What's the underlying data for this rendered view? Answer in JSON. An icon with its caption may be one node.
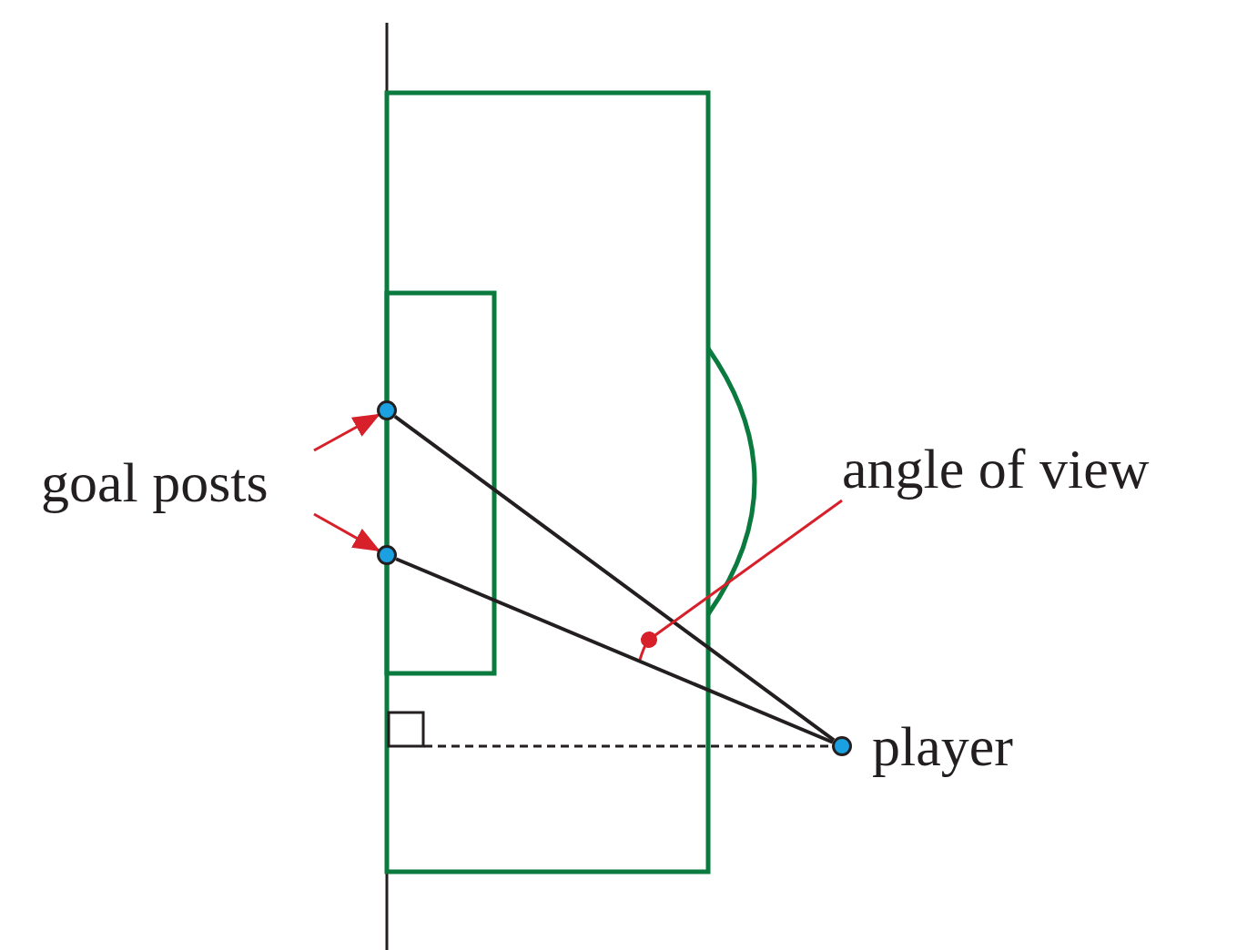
{
  "diagram": {
    "nodes": [
      {
        "text": [
          "goal posts"
        ]
      },
      {
        "text": [],
        "shape": "circle"
      },
      {
        "text": [],
        "shape": "circle"
      },
      {
        "text": [],
        "shape": "circle",
        "beside": [
          "player"
        ]
      },
      {
        "text": [
          "angle of view"
        ]
      }
    ],
    "edges": [
      {
        "from": 0,
        "to": 1,
        "arrow": "to"
      },
      {
        "from": 0,
        "to": 2,
        "arrow": "to"
      },
      {
        "from": 1,
        "to": 3,
        "arrow": "none",
        "color": "#231f20"
      },
      {
        "from": 2,
        "to": 3,
        "arrow": "none",
        "color": "#231f20"
      },
      {
        "from": 4,
        "to": null,
        "arrow": "other"
      }
    ]
  }
}
